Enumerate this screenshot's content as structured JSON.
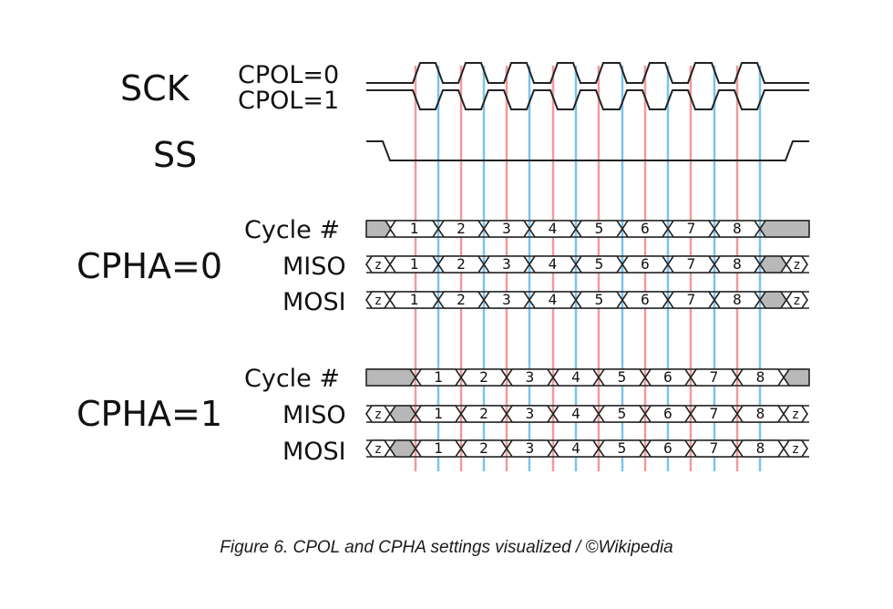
{
  "labels": {
    "sck": "SCK",
    "cpol0": "CPOL=0",
    "cpol1": "CPOL=1",
    "ss": "SS",
    "cpha0": "CPHA=0",
    "cpha1": "CPHA=1",
    "cycle": "Cycle #",
    "miso": "MISO",
    "mosi": "MOSI"
  },
  "cells": [
    "1",
    "2",
    "3",
    "4",
    "5",
    "6",
    "7",
    "8"
  ],
  "z_label": "z",
  "caption": "Figure 6. CPOL and CPHA settings visualized / ©Wikipedia",
  "colors": {
    "red_line": "#f29a9a",
    "blue_line": "#7dc3ea",
    "shade": "#b8b8b8",
    "signal": "#222222"
  }
}
